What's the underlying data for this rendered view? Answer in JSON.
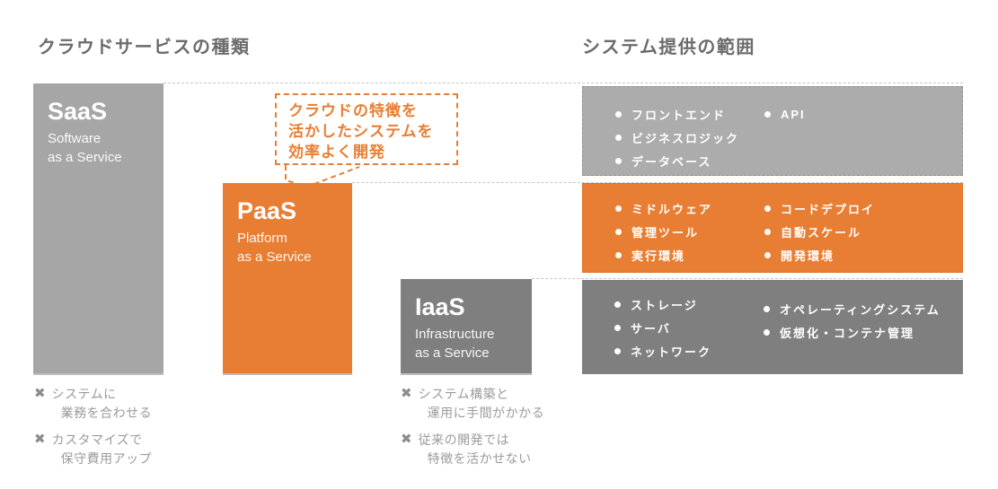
{
  "titles": {
    "left": "クラウドサービスの種類",
    "right": "システム提供の範囲"
  },
  "callout": {
    "line1": "クラウドの特徴を",
    "line2": "活かしたシステムを",
    "line3": "効率よく開発"
  },
  "services": [
    {
      "name": "SaaS",
      "sub1": "Software",
      "sub2": "as a Service"
    },
    {
      "name": "PaaS",
      "sub1": "Platform",
      "sub2": "as a Service"
    },
    {
      "name": "IaaS",
      "sub1": "Infrastructure",
      "sub2": "as a Service"
    }
  ],
  "scopes": [
    {
      "col1": [
        "フロントエンド",
        "ビジネスロジック",
        "データベース"
      ],
      "col2": [
        "API"
      ]
    },
    {
      "col1": [
        "ミドルウェア",
        "管理ツール",
        "実行環境"
      ],
      "col2": [
        "コードデプロイ",
        "自動スケール",
        "開発環境"
      ]
    },
    {
      "col1": [
        "ストレージ",
        "サーバ",
        "ネットワーク"
      ],
      "col2": [
        "オペレーティングシステム",
        "仮想化・コンテナ管理"
      ]
    }
  ],
  "drawbacks": [
    {
      "line1": "システムに",
      "line2": "業務を合わせる"
    },
    {
      "line1": "カスタマイズで",
      "line2": "保守費用アップ"
    },
    {
      "line1": "システム構築と",
      "line2": "運用に手間がかかる"
    },
    {
      "line1": "従来の開発では",
      "line2": "特徴を活かせない"
    }
  ],
  "icons": {
    "cross": "✖",
    "bullet": "white-circle-dot"
  },
  "colors": {
    "orange": "#e87e33",
    "saas_gray": "#a6a6a6",
    "iaas_gray": "#7f7f7f",
    "scope_top_gray": "#acacac",
    "dashed_line": "#c6c6c6",
    "title_text": "#6b6b6b",
    "note_text": "#9b9b9b"
  }
}
